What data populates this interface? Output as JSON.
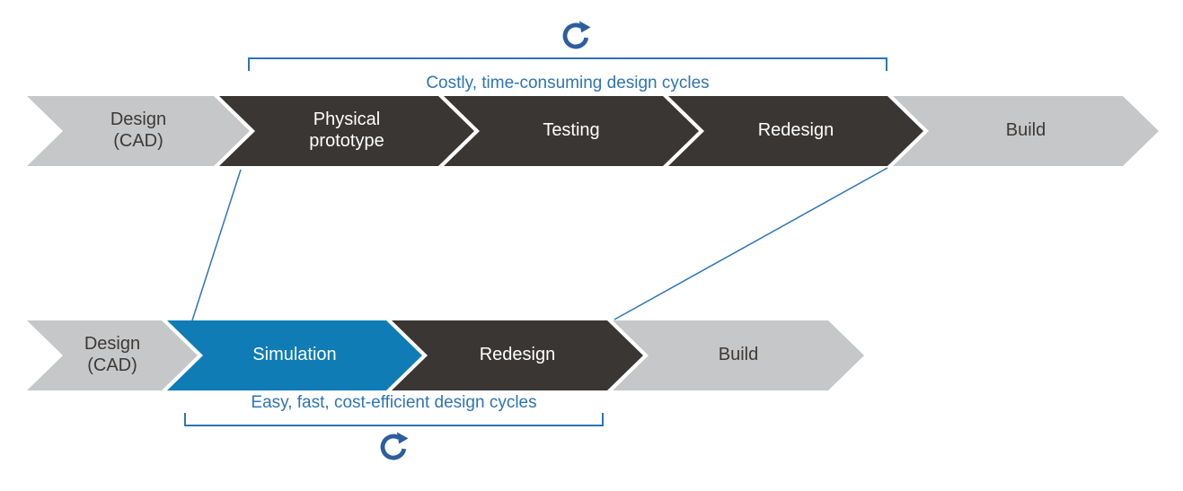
{
  "colors": {
    "light_arrow": "#c6c7c9",
    "dark_arrow": "#3a3633",
    "blue_arrow": "#0f7cb5",
    "accent_blue": "#2e74b5",
    "icon_blue": "#2d5d9f",
    "dark_text": "#3d3935"
  },
  "top_flow": {
    "cycle_icon": "clockwise-cycle-arrow",
    "cycle_label": "Costly, time-consuming design cycles",
    "steps": [
      {
        "label": "Design\n(CAD)",
        "style": "light"
      },
      {
        "label": "Physical\nprototype",
        "style": "dark"
      },
      {
        "label": "Testing",
        "style": "dark"
      },
      {
        "label": "Redesign",
        "style": "dark"
      },
      {
        "label": "Build",
        "style": "light"
      }
    ]
  },
  "bottom_flow": {
    "cycle_icon": "clockwise-cycle-arrow",
    "cycle_label": "Easy, fast, cost-efficient design cycles",
    "steps": [
      {
        "label": "Design\n(CAD)",
        "style": "light"
      },
      {
        "label": "Simulation",
        "style": "blue"
      },
      {
        "label": "Redesign",
        "style": "dark"
      },
      {
        "label": "Build",
        "style": "light"
      }
    ]
  }
}
